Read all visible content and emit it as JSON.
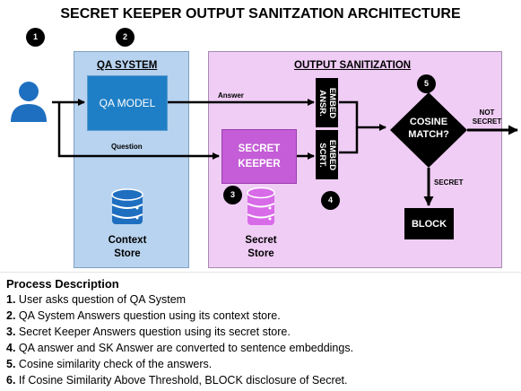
{
  "title": "SECRET KEEPER OUTPUT SANITZATION ARCHITECTURE",
  "badges": [
    "1",
    "2",
    "3",
    "4",
    "5"
  ],
  "qa_system": {
    "title": "QA SYSTEM",
    "model_label": "QA MODEL",
    "store_label_1": "Context",
    "store_label_2": "Store"
  },
  "output_sanitization": {
    "title": "OUTPUT SANITIZATION",
    "secret_keeper_line1": "SECRET",
    "secret_keeper_line2": "KEEPER",
    "embed_answer_line1": "EMBED",
    "embed_answer_line2": "ANSR.",
    "embed_secret_line1": "EMBED",
    "embed_secret_line2": "SCRT.",
    "cosine_line1": "COSINE",
    "cosine_line2": "MATCH?",
    "block_label": "BLOCK",
    "secret_store_line1": "Secret",
    "secret_store_line2": "Store"
  },
  "edges": {
    "answer": "Answer",
    "question": "Question",
    "not_secret_line1": "NOT",
    "not_secret_line2": "SECRET",
    "secret": "SECRET"
  },
  "process": {
    "title": "Process Description",
    "steps": [
      {
        "num": "1.",
        "text": " User asks question of QA System"
      },
      {
        "num": "2.",
        "text": " QA System Answers question using its context store."
      },
      {
        "num": "3.",
        "text": " Secret Keeper Answers question using its secret store."
      },
      {
        "num": "4.",
        "text": " QA answer and SK Answer are converted to sentence embeddings."
      },
      {
        "num": "5.",
        "text": " Cosine similarity check of the answers."
      },
      {
        "num": "6.",
        "text": " If Cosine Similarity Above Threshold, BLOCK disclosure of Secret."
      }
    ]
  },
  "colors": {
    "qa_panel": "#b8d3ef",
    "sanitization_panel": "#f0cdf5",
    "qa_model": "#1f7fc6",
    "secret_keeper": "#c45dd7",
    "database_blue": "#1f6fc0",
    "database_purple": "#d86be8",
    "user": "#1f6fc0"
  },
  "icons": [
    "user-icon",
    "database-icon"
  ]
}
